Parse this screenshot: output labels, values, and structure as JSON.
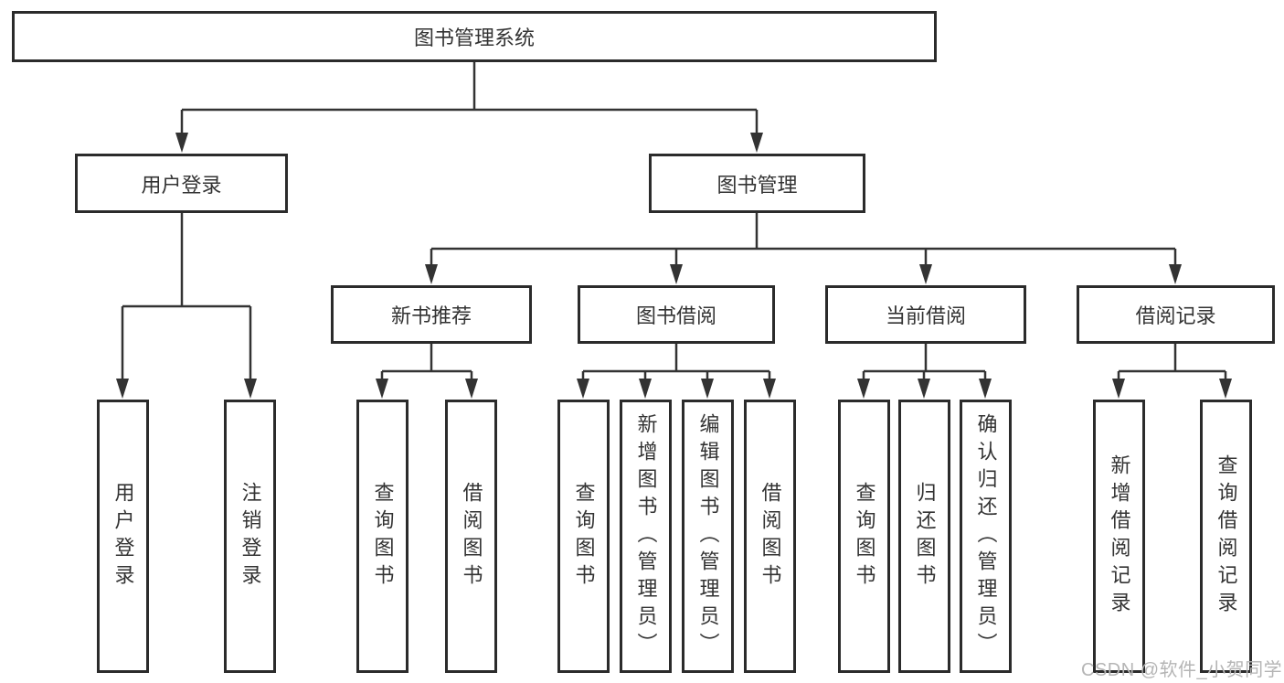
{
  "tree": {
    "label": "图书管理系统",
    "children": [
      {
        "label": "用户登录",
        "children": [
          {
            "label": "用户登录"
          },
          {
            "label": "注销登录"
          }
        ]
      },
      {
        "label": "图书管理",
        "children": [
          {
            "label": "新书推荐",
            "children": [
              {
                "label": "查询图书"
              },
              {
                "label": "借阅图书"
              }
            ]
          },
          {
            "label": "图书借阅",
            "children": [
              {
                "label": "查询图书"
              },
              {
                "label": "新增图书（管理员）"
              },
              {
                "label": "编辑图书（管理员）"
              },
              {
                "label": "借阅图书"
              }
            ]
          },
          {
            "label": "当前借阅",
            "children": [
              {
                "label": "查询图书"
              },
              {
                "label": "归还图书"
              },
              {
                "label": "确认归还（管理员）"
              }
            ]
          },
          {
            "label": "借阅记录",
            "children": [
              {
                "label": "新增借阅记录"
              },
              {
                "label": "查询借阅记录"
              }
            ]
          }
        ]
      }
    ]
  },
  "watermark": "CSDN @软件_小贺同学",
  "colors": {
    "line": "#333333",
    "box_border": "#2b2b2b",
    "text": "#333333",
    "watermark": "#b5b5b5",
    "background": "#ffffff"
  }
}
